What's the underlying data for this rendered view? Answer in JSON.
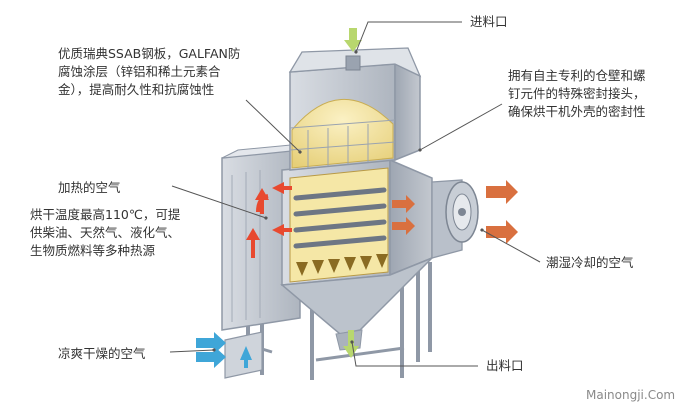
{
  "callouts": {
    "inlet": "进料口",
    "material": "优质瑞典SSAB钢板，GALFAN防\n腐蚀涂层（锌铝和稀土元素合\n金），提高耐久性和抗腐蚀性",
    "seal": "拥有自主专利的仓壁和螺\n钉元件的特殊密封接头，\n确保烘干机外壳的密封性",
    "hot_air": "加热的空气",
    "heat_source": "烘干温度最高110℃，可提\n供柴油、天然气、液化气、\n生物质燃料等多种热源",
    "humid_air": "潮湿冷却的空气",
    "dry_air": "凉爽干燥的空气",
    "outlet": "出料口"
  },
  "watermark": "Mainongji.Com",
  "colors": {
    "steel": "#c9ced6",
    "steel_dark": "#8f98a6",
    "grain": "#f1e3a0",
    "hot_arrow": "#e8492f",
    "humid_arrow": "#d9703f",
    "cool_arrow": "#3fa6d8",
    "feed_arrow": "#b8d76e"
  }
}
